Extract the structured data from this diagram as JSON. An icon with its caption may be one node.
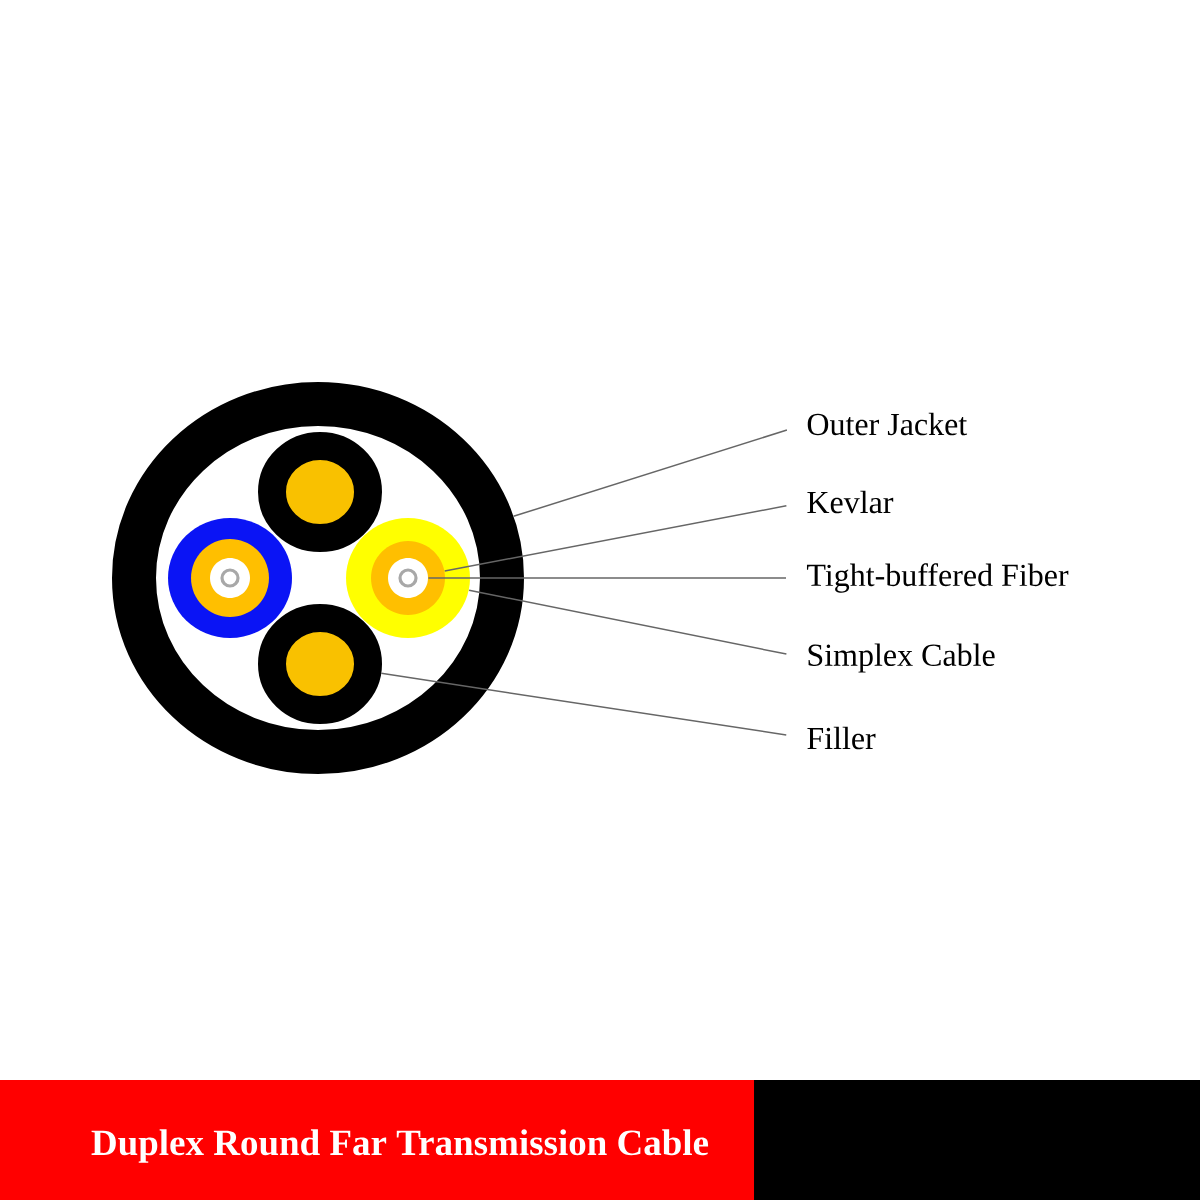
{
  "diagram": {
    "title": "Duplex Round Far Transmission Cable",
    "nodes": [
      {
        "text": [],
        "shape": "circle"
      },
      {
        "text": [],
        "shape": "circle",
        "in": 0
      },
      {
        "text": [],
        "shape": "circle",
        "in": 0
      },
      {
        "text": [],
        "shape": "circle",
        "in": 2
      },
      {
        "text": [],
        "shape": "circle",
        "in": 3
      },
      {
        "text": [],
        "shape": "circle",
        "in": 0
      },
      {
        "text": [],
        "shape": "circle",
        "in": 5
      },
      {
        "text": [],
        "shape": "circle",
        "in": 6
      },
      {
        "text": [],
        "shape": "circle",
        "in": 0
      },
      {
        "text": [
          "Outer Jacket"
        ]
      },
      {
        "text": [
          "Kevlar"
        ]
      },
      {
        "text": [
          "Tight-buffered Fiber"
        ]
      },
      {
        "text": [
          "Simplex Cable"
        ]
      },
      {
        "text": [
          "Filler"
        ]
      }
    ],
    "edges": [
      {
        "from": 9,
        "to": 0,
        "arrow": "none"
      },
      {
        "from": 10,
        "to": 6,
        "arrow": "none"
      },
      {
        "from": 11,
        "to": 7,
        "arrow": "none"
      },
      {
        "from": 12,
        "to": 5,
        "arrow": "none"
      },
      {
        "from": 13,
        "to": 8,
        "arrow": "none"
      }
    ]
  }
}
